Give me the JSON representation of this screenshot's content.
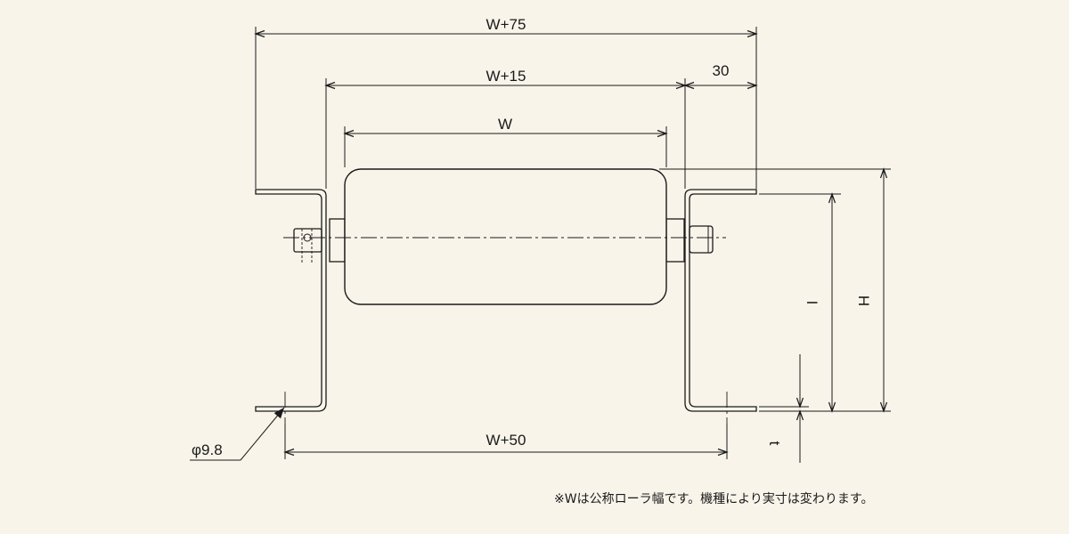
{
  "dimensions": {
    "overall_width": "W+75",
    "frame_width": "W+15",
    "roller_width": "W",
    "bracket_offset": "30",
    "mounting_hole_pitch": "W+50",
    "hole_diameter": "φ9.8",
    "height": "H",
    "axle_height": "I",
    "thickness": "t"
  },
  "note": "※Wは公称ローラ幅です。機種により実寸は変わります。"
}
